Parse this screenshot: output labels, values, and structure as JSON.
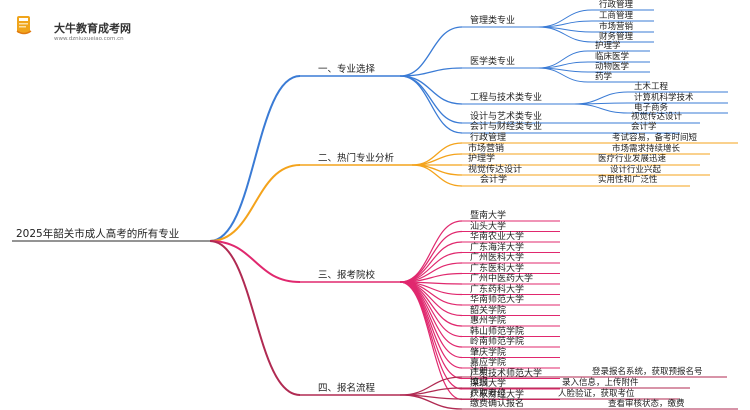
{
  "watermark": {
    "site_name": "大牛教育成考网",
    "url": "www.dzniuxueiao.com.cn"
  },
  "mindmap": {
    "root": "2025年韶关市成人高考的所有专业",
    "colors": {
      "blue": "#3a7bd5",
      "orange": "#f4a31b",
      "pink": "#e0286e",
      "maroon": "#b02a52",
      "root": "#555555"
    },
    "branches": [
      {
        "label": "一、专业选择",
        "children": [
          {
            "label": "管理类专业",
            "children": [
              "行政管理",
              "工商管理",
              "市场营销",
              "财务管理"
            ]
          },
          {
            "label": "医学类专业",
            "children": [
              "护理学",
              "临床医学",
              "动物医学",
              "药学"
            ]
          },
          {
            "label": "工程与技术类专业",
            "children": [
              "土木工程",
              "计算机科学技术",
              "电子商务"
            ]
          },
          {
            "label": "设计与艺术类专业",
            "children": [
              "视觉传达设计"
            ]
          },
          {
            "label": "会计与财经类专业",
            "children": [
              "会计学"
            ]
          }
        ]
      },
      {
        "label": "二、热门专业分析",
        "children": [
          {
            "label": "行政管理",
            "children": [
              "考试容易，备考时间短"
            ]
          },
          {
            "label": "市场营销",
            "children": [
              "市场需求持续增长"
            ]
          },
          {
            "label": "护理学",
            "children": [
              "医疗行业发展迅速"
            ]
          },
          {
            "label": "视觉传达设计",
            "children": [
              "设计行业兴起"
            ]
          },
          {
            "label": "会计学",
            "children": [
              "实用性和广泛性"
            ]
          }
        ]
      },
      {
        "label": "三、报考院校",
        "children": [
          {
            "label": "暨南大学"
          },
          {
            "label": "汕头大学"
          },
          {
            "label": "华南农业大学"
          },
          {
            "label": "广东海洋大学"
          },
          {
            "label": "广州医科大学"
          },
          {
            "label": "广东医科大学"
          },
          {
            "label": "广州中医药大学"
          },
          {
            "label": "广东药科大学"
          },
          {
            "label": "华南师范大学"
          },
          {
            "label": "韶关学院"
          },
          {
            "label": "惠州学院"
          },
          {
            "label": "韩山师范学院"
          },
          {
            "label": "岭南师范学院"
          },
          {
            "label": "肇庆学院"
          },
          {
            "label": "嘉应学院"
          },
          {
            "label": "广东技术师范大学"
          },
          {
            "label": "深圳大学"
          },
          {
            "label": "广东财经大学"
          }
        ]
      },
      {
        "label": "四、报名流程",
        "children": [
          {
            "label": "注册",
            "children": [
              "登录报名系统，获取预报名号"
            ]
          },
          {
            "label": "填报",
            "children": [
              "录入信息，上传附件"
            ]
          },
          {
            "label": "获取考位",
            "children": [
              "人脸验证，获取考位"
            ]
          },
          {
            "label": "缴费确认报名",
            "children": [
              "查看审核状态，缴费"
            ]
          }
        ]
      }
    ]
  }
}
